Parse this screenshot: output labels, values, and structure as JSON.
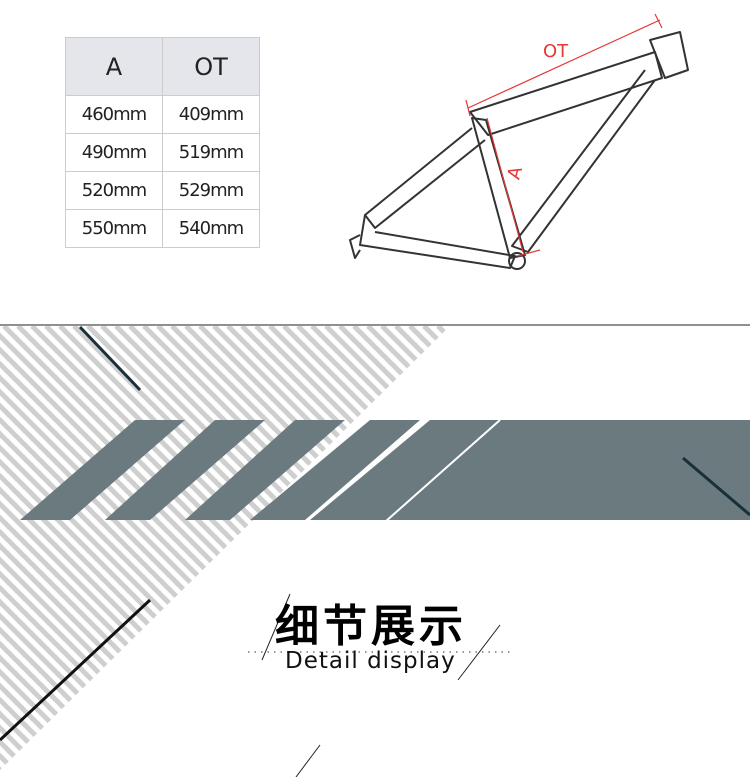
{
  "size_table": {
    "headers": [
      "A",
      "OT"
    ],
    "rows": [
      [
        "460mm",
        "409mm"
      ],
      [
        "490mm",
        "519mm"
      ],
      [
        "520mm",
        "529mm"
      ],
      [
        "550mm",
        "540mm"
      ]
    ]
  },
  "diagram": {
    "label_top_tube": "OT",
    "label_seat_tube": "A",
    "measure_color": "#e53935"
  },
  "section": {
    "title_cn": "细节展示",
    "title_en": "Detail display"
  },
  "colors": {
    "band": "#6b7a7f",
    "stripe": "#cfcfcf"
  }
}
